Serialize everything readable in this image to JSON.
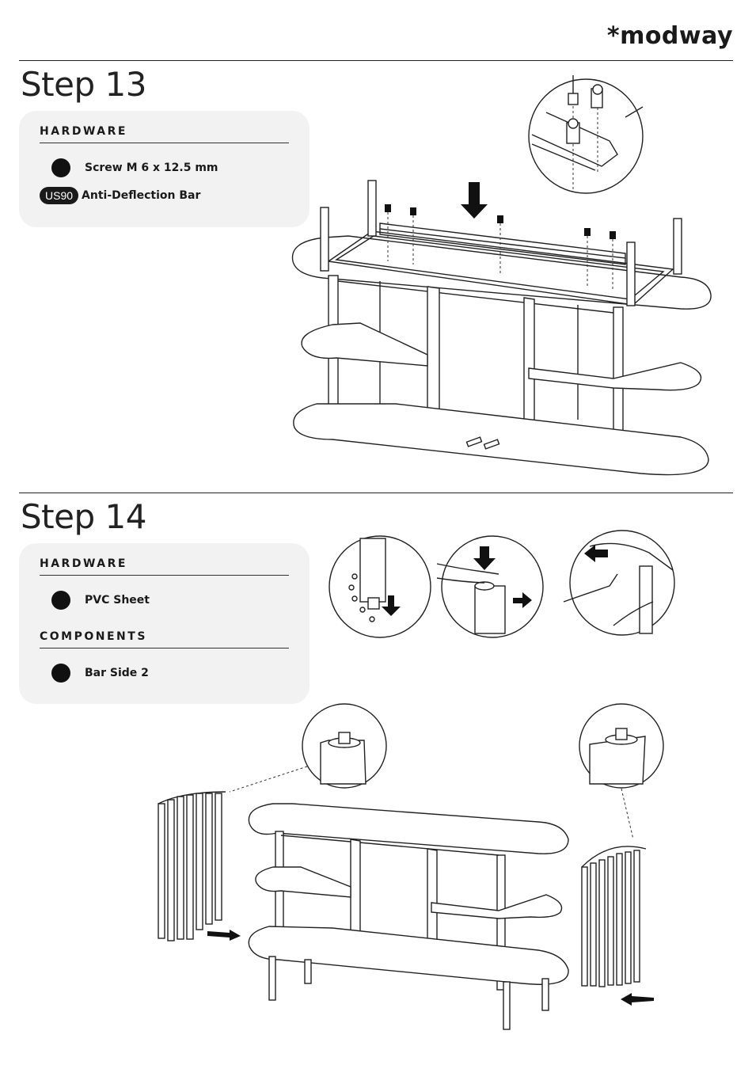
{
  "brand": {
    "logo_text": "*modway"
  },
  "step13": {
    "title": "Step 13",
    "hardware_heading": "HARDWARE",
    "items": [
      {
        "badge": "",
        "label": "Screw M 6 x 12.5 mm"
      },
      {
        "badge": "US90",
        "label": "Anti-Deflection Bar"
      }
    ]
  },
  "step14": {
    "title": "Step 14",
    "hardware_heading": "HARDWARE",
    "hardware_items": [
      {
        "label": "PVC Sheet"
      }
    ],
    "components_heading": "COMPONENTS",
    "component_items": [
      {
        "label": "Bar Side 2"
      }
    ]
  }
}
